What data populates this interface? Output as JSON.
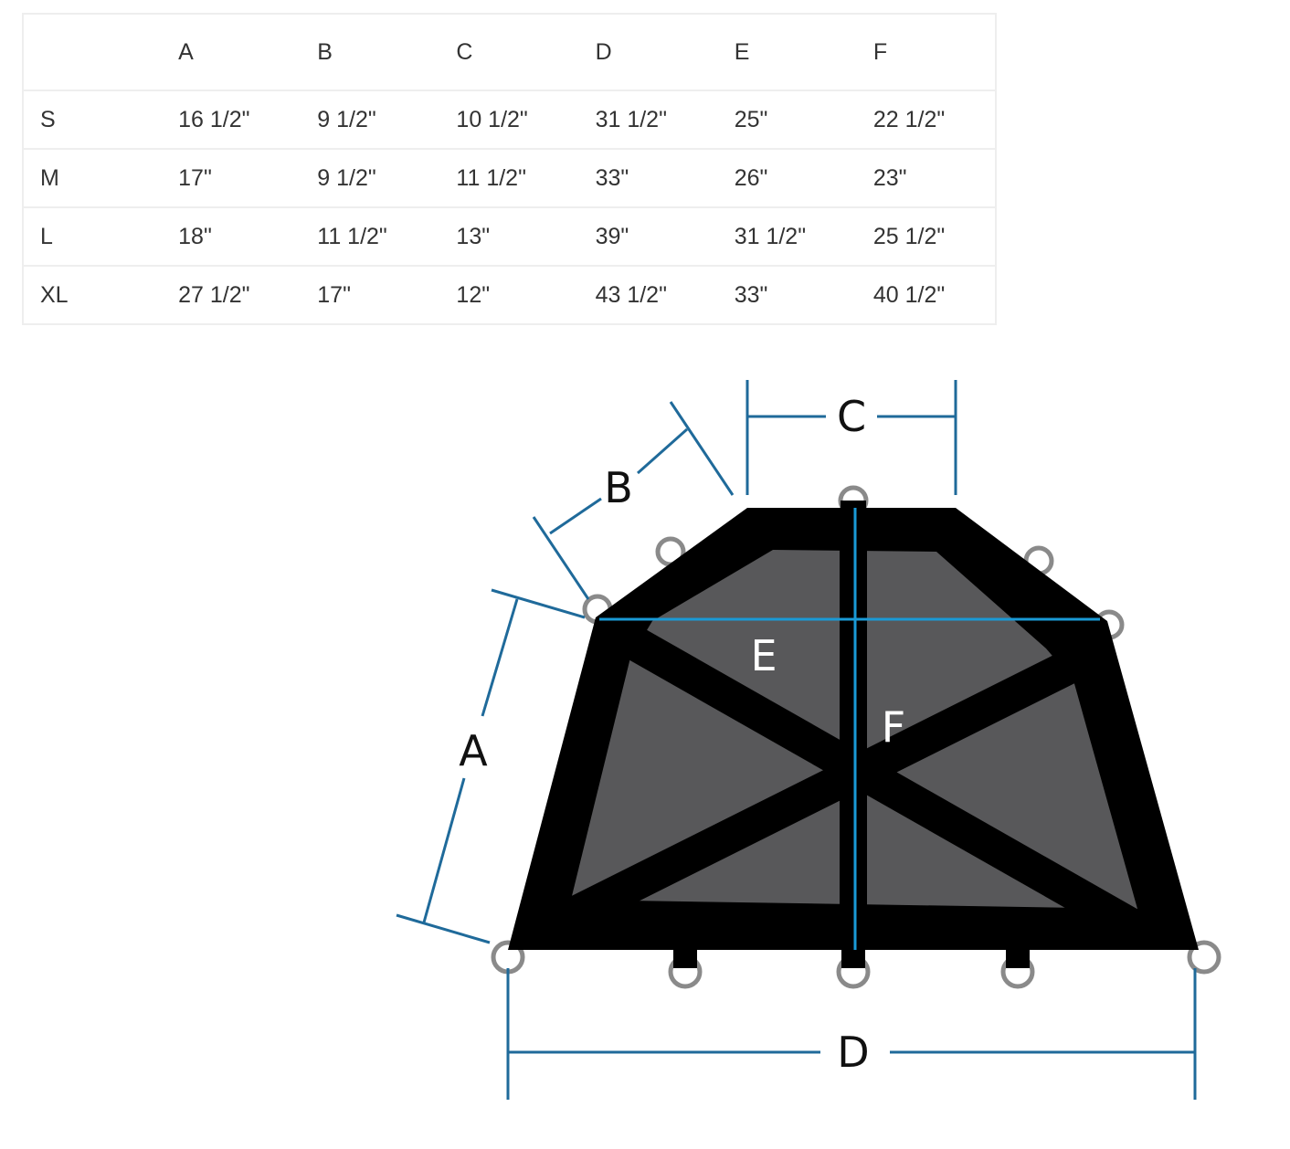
{
  "table": {
    "headers": [
      "",
      "A",
      "B",
      "C",
      "D",
      "E",
      "F"
    ],
    "rows": [
      {
        "size": "S",
        "values": [
          "16 1/2\"",
          "9 1/2\"",
          "10 1/2\"",
          "31 1/2\"",
          "25\"",
          "22 1/2\""
        ]
      },
      {
        "size": "M",
        "values": [
          "17\"",
          "9 1/2\"",
          "11 1/2\"",
          "33\"",
          "26\"",
          "23\""
        ]
      },
      {
        "size": "L",
        "values": [
          "18\"",
          "11 1/2\"",
          "13\"",
          "39\"",
          "31 1/2\"",
          "25 1/2\""
        ]
      },
      {
        "size": "XL",
        "values": [
          "27 1/2\"",
          "17\"",
          "12\"",
          "43 1/2\"",
          "33\"",
          "40 1/2\""
        ]
      }
    ]
  },
  "diagram": {
    "labels": {
      "A": "A",
      "B": "B",
      "C": "C",
      "D": "D",
      "E": "E",
      "F": "F"
    },
    "colors": {
      "frame": "#000000",
      "mesh": "#58585a",
      "dimension": "#1f6a9a",
      "measure": "#1a9ad6",
      "ring": "#8a8a8a"
    }
  }
}
